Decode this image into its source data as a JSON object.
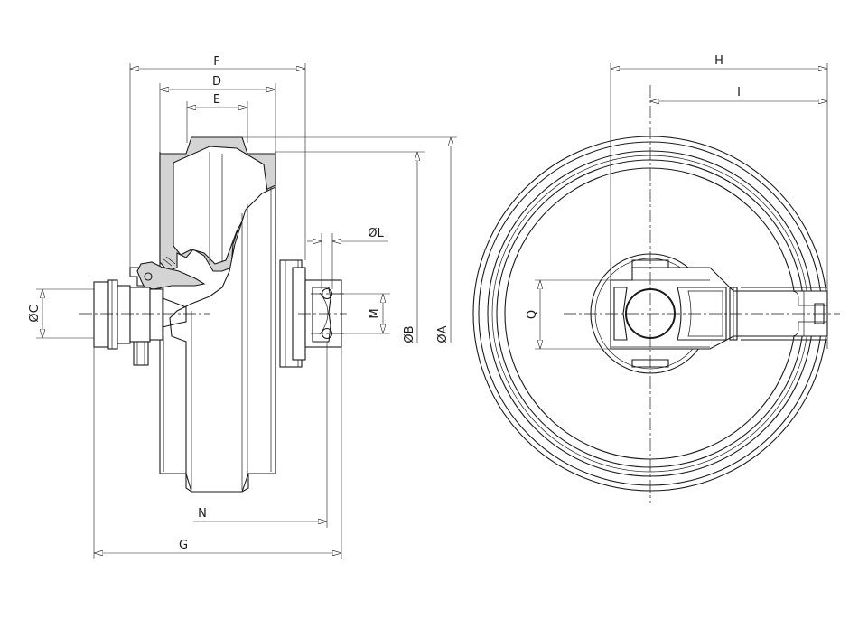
{
  "labels": {
    "F": "F",
    "D": "D",
    "E": "E",
    "H": "H",
    "I": "I",
    "L": "ØL",
    "C": "ØC",
    "M": "M",
    "B": "ØB",
    "A": "ØA",
    "N": "N",
    "G": "G",
    "Q": "Q"
  },
  "colors": {
    "line": "#1a1a1a",
    "section_fill": "#d4d4d4",
    "background": "#ffffff"
  }
}
